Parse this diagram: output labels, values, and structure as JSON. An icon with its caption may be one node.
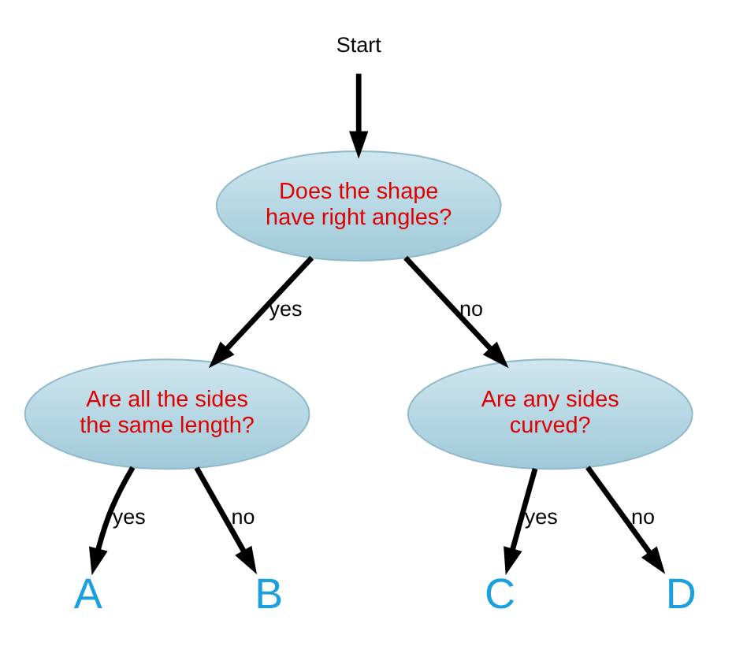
{
  "diagram": {
    "nodes": [
      {
        "text": [
          "Start"
        ]
      },
      {
        "text": [
          "Does the shape have right angles?"
        ]
      },
      {
        "text": [
          "Are all the sides the same length?"
        ]
      },
      {
        "text": [
          "Are any sides curved?"
        ]
      },
      {
        "text": [
          "A"
        ]
      },
      {
        "text": [
          "B"
        ]
      },
      {
        "text": [
          "C"
        ]
      },
      {
        "text": [
          "D"
        ]
      }
    ],
    "edges": [
      {
        "from": 0,
        "to": 1,
        "arrow": "to"
      },
      {
        "from": 1,
        "to": 2,
        "arrow": "to",
        "label": "yes"
      },
      {
        "from": 1,
        "to": 3,
        "arrow": "to",
        "label": "no"
      },
      {
        "from": 2,
        "to": 4,
        "arrow": "to",
        "label": "yes"
      },
      {
        "from": 2,
        "to": 5,
        "arrow": "to",
        "label": "no"
      },
      {
        "from": 3,
        "to": 6,
        "arrow": "to",
        "label": "yes"
      },
      {
        "from": 3,
        "to": 7,
        "arrow": "to",
        "label": "no"
      }
    ]
  }
}
